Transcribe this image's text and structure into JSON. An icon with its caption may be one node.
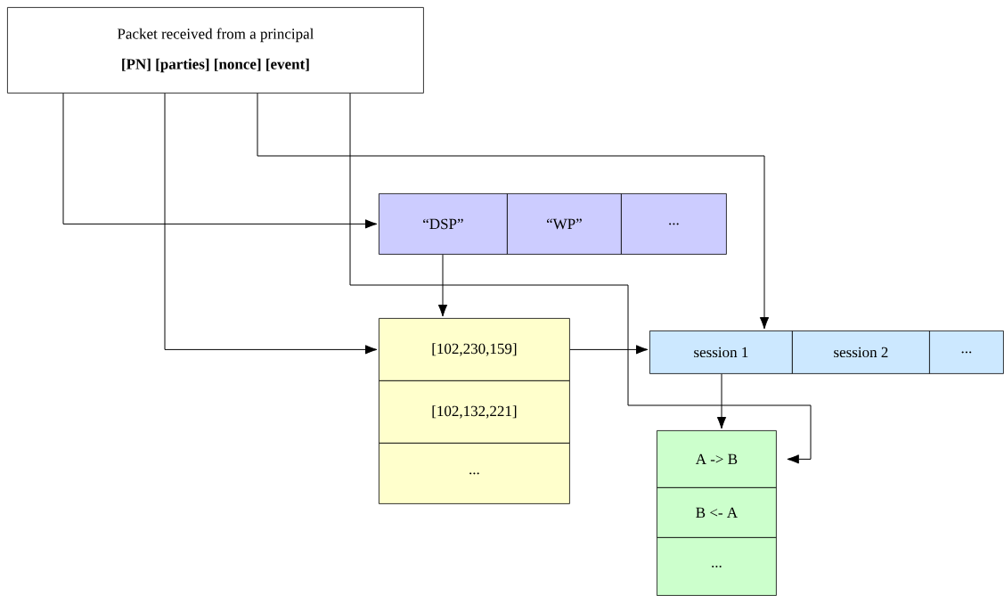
{
  "diagram": {
    "nodes": [
      {
        "text": [
          "Packet received from a principal",
          "[PN] [parties] [nonce] [event]"
        ]
      },
      {
        "text": [
          "“DSP”"
        ]
      },
      {
        "text": [
          "“WP”"
        ]
      },
      {
        "text": [
          "..."
        ]
      },
      {
        "text": [
          "[102,230,159]"
        ]
      },
      {
        "text": [
          "[102,132,221]"
        ]
      },
      {
        "text": [
          "..."
        ]
      },
      {
        "text": [
          "session 1"
        ]
      },
      {
        "text": [
          "session 2"
        ]
      },
      {
        "text": [
          "..."
        ]
      },
      {
        "text": [
          "A -> B"
        ]
      },
      {
        "text": [
          "B <- A"
        ]
      },
      {
        "text": [
          "..."
        ]
      }
    ],
    "edges": [
      {
        "from": 0,
        "to": 1,
        "arrow": "to"
      },
      {
        "from": 0,
        "to": 4,
        "arrow": "to"
      },
      {
        "from": 0,
        "to": 7,
        "arrow": "to"
      },
      {
        "from": 0,
        "to": 10,
        "arrow": "to"
      },
      {
        "from": 1,
        "to": 4,
        "arrow": "to"
      },
      {
        "from": 4,
        "to": 7,
        "arrow": "to"
      },
      {
        "from": 7,
        "to": 10,
        "arrow": "to"
      }
    ]
  }
}
